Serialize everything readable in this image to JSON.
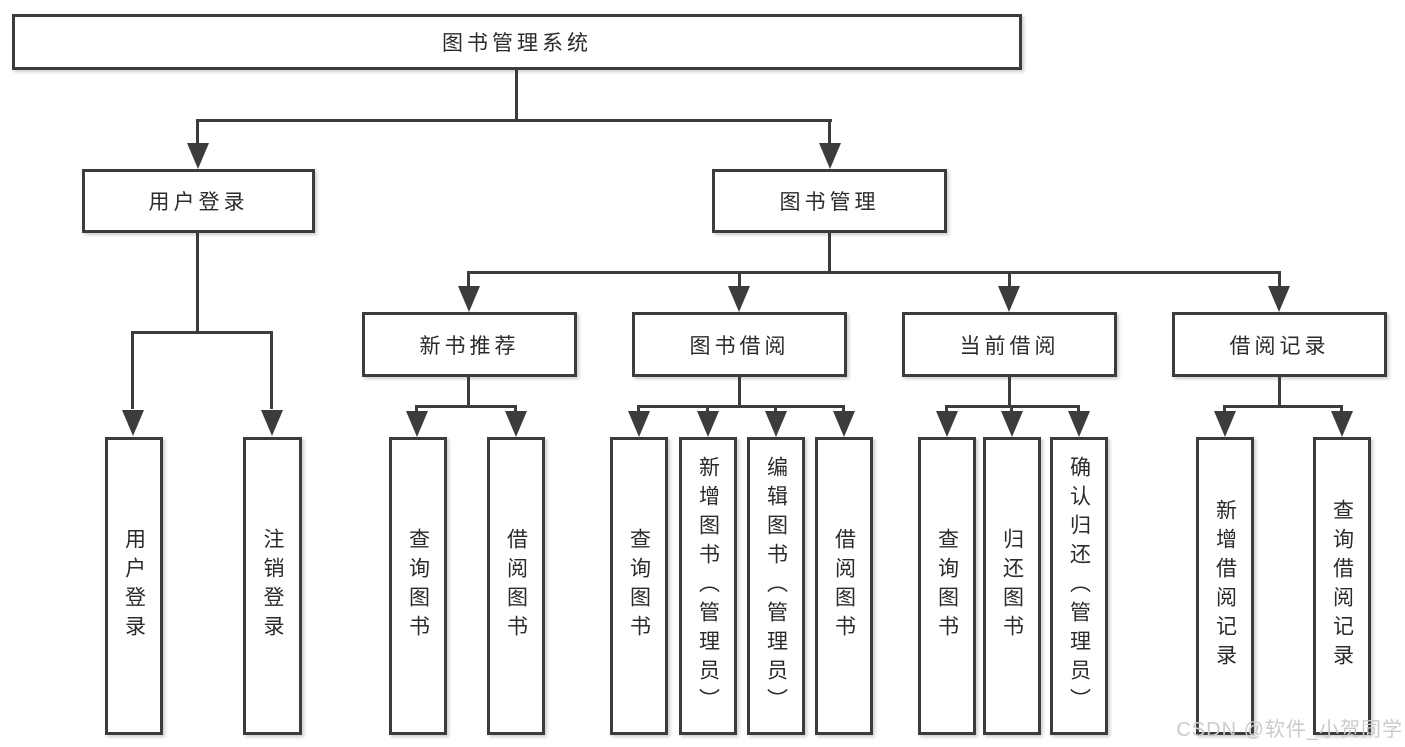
{
  "colors": {
    "background": "#ffffff",
    "box_border": "#3c3c3c",
    "connector": "#3c3c3c",
    "text": "#2b2b2b",
    "watermark": "#cbcbcb"
  },
  "watermark": {
    "text": "CSDN @软件_小贺同学"
  },
  "tree": {
    "root": {
      "label": "图书管理系统"
    },
    "user_login": {
      "label": "用户登录",
      "children": [
        {
          "label": "用户登录"
        },
        {
          "label": "注销登录"
        }
      ]
    },
    "book_mgmt": {
      "label": "图书管理",
      "groups": [
        {
          "label": "新书推荐",
          "children": [
            {
              "label": "查询图书"
            },
            {
              "label": "借阅图书"
            }
          ]
        },
        {
          "label": "图书借阅",
          "children": [
            {
              "label": "查询图书"
            },
            {
              "label": "新增图书（管理员）"
            },
            {
              "label": "编辑图书（管理员）"
            },
            {
              "label": "借阅图书"
            }
          ]
        },
        {
          "label": "当前借阅",
          "children": [
            {
              "label": "查询图书"
            },
            {
              "label": "归还图书"
            },
            {
              "label": "确认归还（管理员）"
            }
          ]
        },
        {
          "label": "借阅记录",
          "children": [
            {
              "label": "新增借阅记录"
            },
            {
              "label": "查询借阅记录"
            }
          ]
        }
      ]
    }
  }
}
